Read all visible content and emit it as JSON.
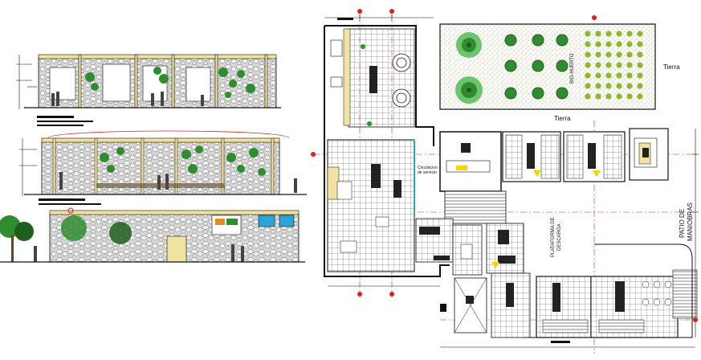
{
  "drawing": {
    "labels": {
      "tierra_right": "Tierra",
      "tierra_bottom": "Tierra",
      "circulation_line1": "Circulacion",
      "circulation_line2": "de servicio",
      "bio_huerto": "BIO-HUERTO",
      "plataforma_line1": "PLATAFORMA DE",
      "plataforma_line2": "DESCARGA",
      "patio_line1": "PATIO DE",
      "patio_line2": "MANIOBRAS"
    },
    "colors": {
      "line": "#111111",
      "axis": "#e0201f",
      "stone": "#b8b8b8",
      "stone_dark": "#6f6f6f",
      "wood": "#f2e2a0",
      "foliage": "#2f8c2f",
      "foliage_dark": "#1e5e1e",
      "foliage_light": "#6cc46c",
      "sky_blue": "#2aa6d6",
      "orange": "#e58a2a",
      "yellow": "#f5d400"
    }
  }
}
